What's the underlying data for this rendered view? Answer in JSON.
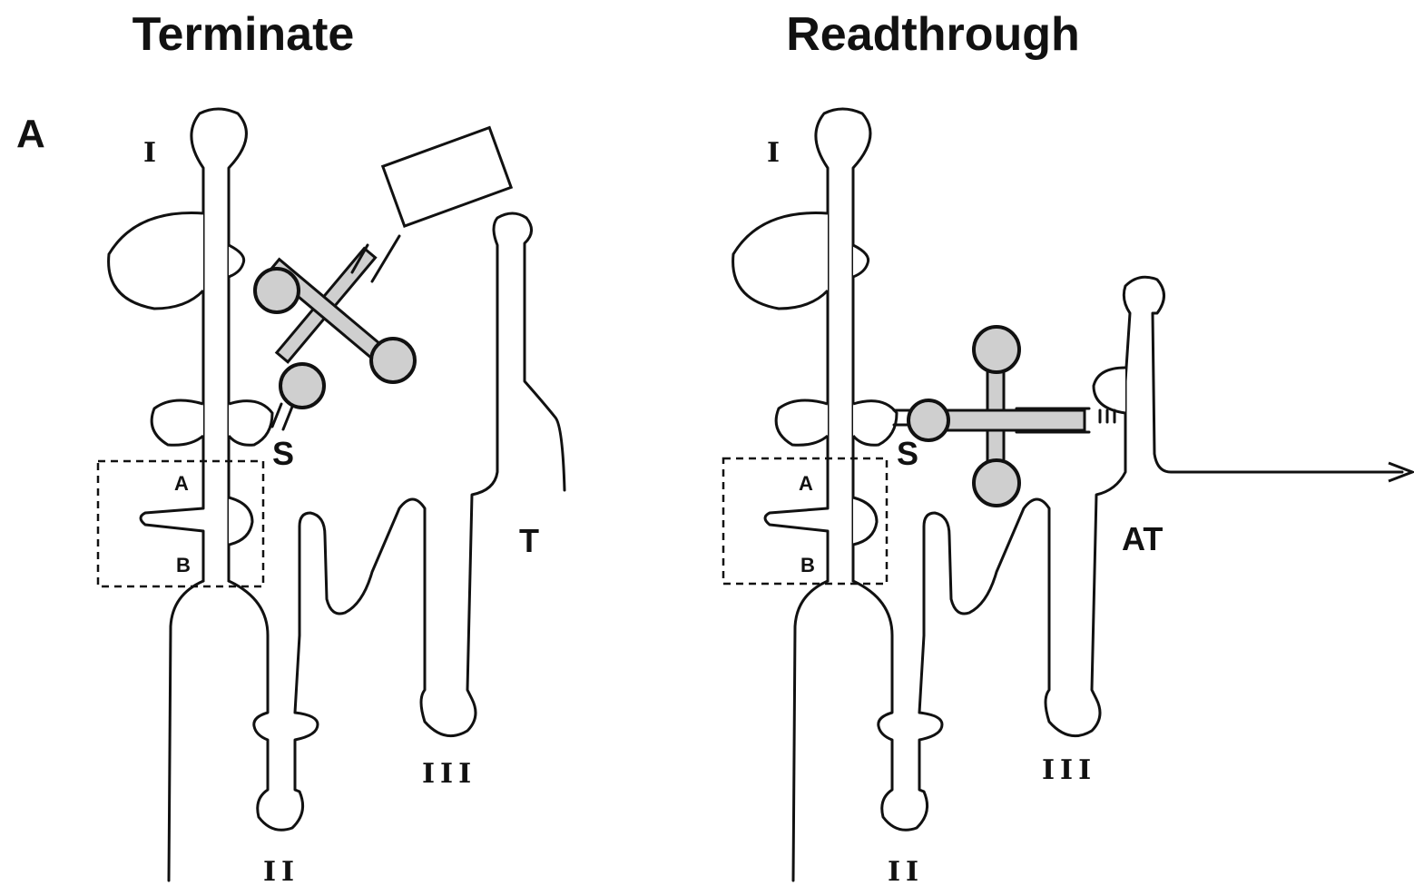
{
  "titles": {
    "left": "Terminate",
    "right": "Readthrough"
  },
  "panel_label": "A",
  "left": {
    "stem_I": "I",
    "stem_II": "II",
    "stem_III": "III",
    "box_A": "A",
    "box_B": "B",
    "specifier": "S",
    "terminator": "T"
  },
  "right": {
    "stem_I": "I",
    "stem_II": "II",
    "stem_III": "III",
    "box_A": "A",
    "box_B": "B",
    "specifier": "S",
    "antiterminator": "AT"
  },
  "colors": {
    "ink": "#111111",
    "trna_fill": "#cfcfcf",
    "background": "#ffffff"
  }
}
